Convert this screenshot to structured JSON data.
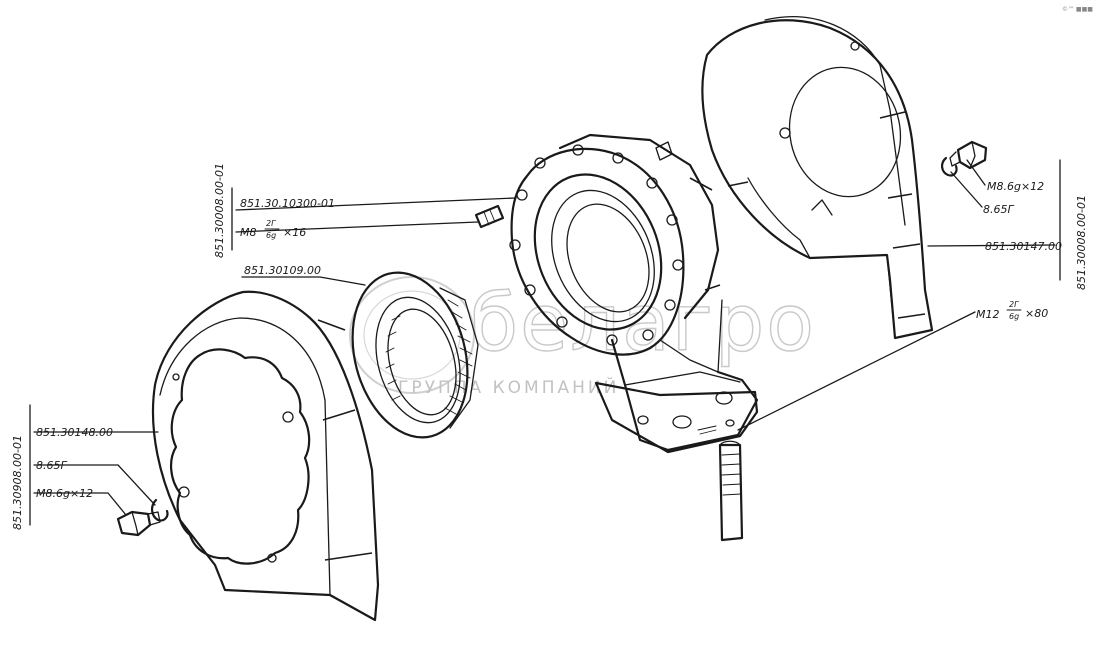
{
  "labels": {
    "housing_group": "851.30008.00-01",
    "housing_part": "851.30.10300-01",
    "stud_m8": "M8",
    "stud_frac_top": "2Г",
    "stud_frac_bot": "6g",
    "stud_len": "×16",
    "seal_part": "851.30109.00",
    "right_group": "851.30008.00-01",
    "right_cover_part": "851.30147.00",
    "right_bolt": "M8.6g×12",
    "right_washer": "8.65Г",
    "pin_m12": "M12",
    "pin_frac_top": "2Г",
    "pin_frac_bot": "6g",
    "pin_len": "×80",
    "left_group": "851.30908.00-01",
    "left_cover_part": "851.30148.00",
    "left_washer": "8.65Г",
    "left_bolt": "M8.6g×12"
  },
  "watermark": {
    "brand": "белагро",
    "tagline": "ГРУППА КОМПАНИЙ"
  },
  "corner_note": "©™ ■■■"
}
